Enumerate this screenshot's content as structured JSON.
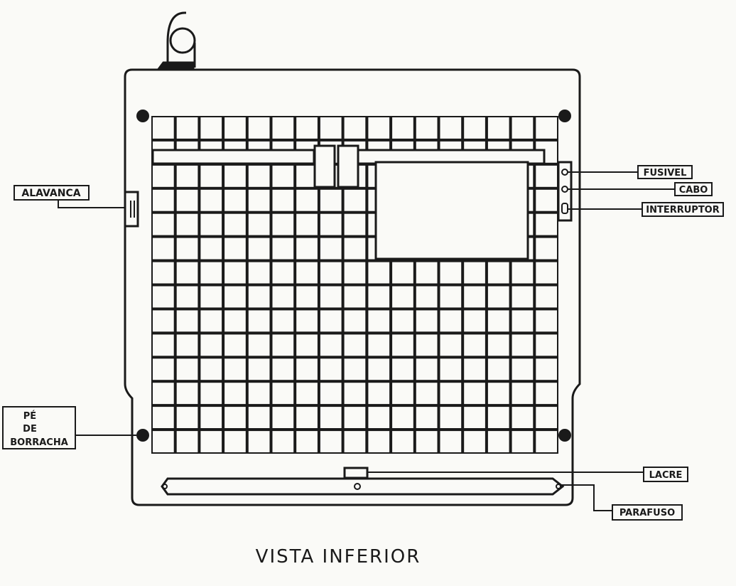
{
  "labels": {
    "alavanca": "ALAVANCA",
    "fusivel": "FUSIVEL",
    "cabo": "CABO",
    "interruptor": "INTERRUPTOR",
    "pe_de_borracha_line1": "PÉ",
    "pe_de_borracha_line2": "DE",
    "pe_de_borracha_line3": "BORRACHA",
    "lacre": "LACRE",
    "parafuso": "PARAFUSO"
  },
  "caption": "VISTA INFERIOR",
  "colors": {
    "ink": "#1a1a1a",
    "paper": "#fafaf7"
  }
}
